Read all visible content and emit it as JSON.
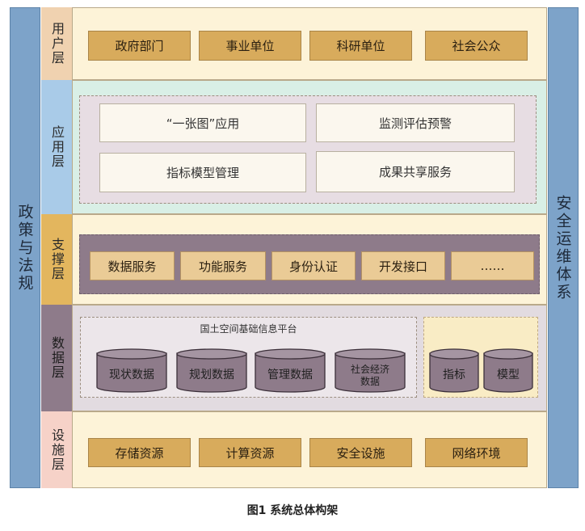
{
  "left_pillar": "政策与法规",
  "right_pillar": "安全运维体系",
  "layers": {
    "user": {
      "label": "用户层",
      "items": [
        "政府部门",
        "事业单位",
        "科研单位",
        "社会公众"
      ]
    },
    "application": {
      "label": "应用层",
      "items": [
        "“一张图”应用",
        "监测评估预警",
        "指标模型管理",
        "成果共享服务"
      ]
    },
    "support": {
      "label": "支撑层",
      "items": [
        "数据服务",
        "功能服务",
        "身份认证",
        "开发接口",
        "……"
      ]
    },
    "data": {
      "label": "数据层",
      "platform_title": "国土空间基础信息平台",
      "platform_items": [
        "现状数据",
        "规划数据",
        "管理数据",
        "社会经济数据"
      ],
      "side_items": [
        "指标",
        "模型"
      ]
    },
    "infrastructure": {
      "label": "设施层",
      "items": [
        "存储资源",
        "计算资源",
        "安全设施",
        "网络环境"
      ]
    }
  },
  "caption": "图1 系统总体构架",
  "colors": {
    "pillar": "#7da3c9",
    "user_label": "#f0d2b0",
    "app_label": "#a9cbe8",
    "support_label": "#e3b65e",
    "data_label": "#8e7b8a",
    "infra_label": "#f6d2c8",
    "gold_box": "#d8ab5c",
    "dark_band": "#8e7b8a",
    "cylinder": "#8e7b8a"
  }
}
